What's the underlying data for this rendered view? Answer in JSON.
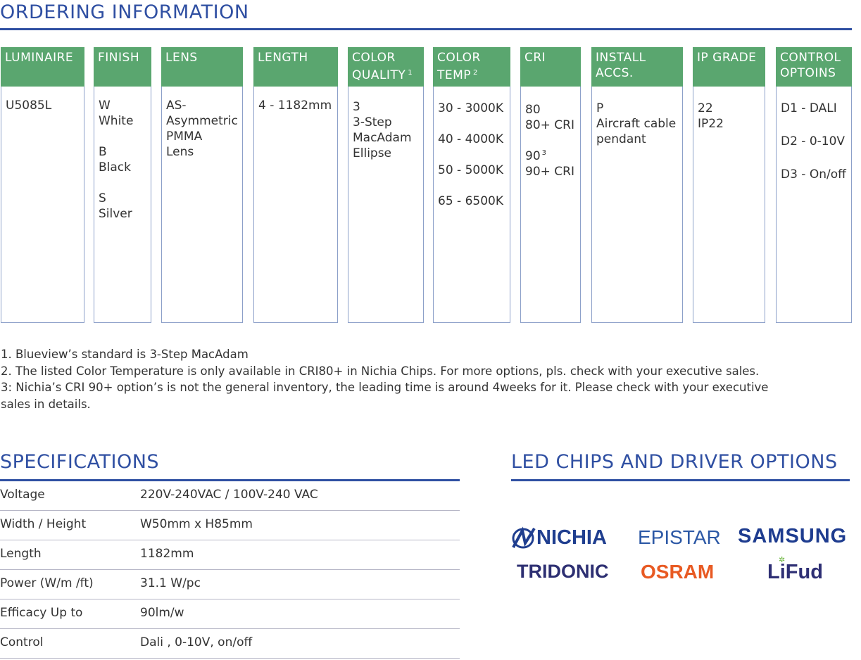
{
  "ordering": {
    "title": "ORDERING INFORMATION",
    "columns": [
      {
        "h1": "LUMINAIRE",
        "h2": "",
        "sup": "",
        "entries": [
          [
            "U5085L"
          ]
        ]
      },
      {
        "h1": "FINISH",
        "h2": "",
        "sup": "",
        "entries": [
          [
            "W",
            "White"
          ],
          [
            "B",
            "Black"
          ],
          [
            "S",
            "Silver"
          ]
        ]
      },
      {
        "h1": "LENS",
        "h2": "",
        "sup": "",
        "entries": [
          [
            "AS-",
            "Asymmetric",
            "PMMA",
            "Lens"
          ]
        ]
      },
      {
        "h1": "LENGTH",
        "h2": "",
        "sup": "",
        "entries": [
          [
            "4 - 1182mm"
          ]
        ]
      },
      {
        "h1": "COLOR",
        "h2": "QUALITY",
        "sup": "1",
        "entries": [
          [
            "3",
            "3-Step",
            "MacAdam",
            "Ellipse"
          ]
        ]
      },
      {
        "h1": "COLOR",
        "h2": "TEMP",
        "sup": "2",
        "entries": [
          [
            "30 - 3000K"
          ],
          [
            "40 - 4000K"
          ],
          [
            "50 - 5000K"
          ],
          [
            "65 - 6500K"
          ]
        ]
      },
      {
        "h1": "CRI",
        "h2": "",
        "sup": "",
        "entries": [
          [
            "80",
            "80+ CRI"
          ],
          [
            "90",
            "90+ CRI"
          ]
        ],
        "entry_sup": [
          "",
          "3"
        ]
      },
      {
        "h1": "INSTALL",
        "h2": "ACCS.",
        "sup": "",
        "entries": [
          [
            "P",
            "Aircraft cable",
            "pendant"
          ]
        ]
      },
      {
        "h1": "IP GRADE",
        "h2": "",
        "sup": "",
        "entries": [
          [
            "22",
            "IP22"
          ]
        ]
      },
      {
        "h1": "CONTROL",
        "h2": "OPTOINS",
        "sup": "",
        "entries": [
          [
            "D1 - DALI"
          ],
          [
            "D2 - 0-10V"
          ],
          [
            "D3 - On/off"
          ]
        ]
      }
    ]
  },
  "notes": {
    "n1": "1. Blueview’s standard  is 3-Step MacAdam",
    "n2": "2. The listed Color Temperature is only available in CRI80+ in Nichia Chips.  For more options, pls. check with your executive  sales.",
    "n3": "3: Nichia’s CRI 90+ option’s is not the general inventory, the leading time is around 4weeks for it. Please check with your executive sales in details."
  },
  "specs": {
    "title": "SPECIFICATIONS",
    "rows": [
      {
        "label": "Voltage",
        "value": "220V-240VAC / 100V-240 VAC"
      },
      {
        "label": "Width / Height",
        "value": "W50mm x H85mm"
      },
      {
        "label": "Length",
        "value": "1182mm"
      },
      {
        "label": "Power (W/m /ft)",
        "value": "31.1 W/pc"
      },
      {
        "label": "Efficacy Up to",
        "value": "90lm/w"
      },
      {
        "label": "Control",
        "value": "Dali , 0-10V, on/off"
      }
    ]
  },
  "chips": {
    "title": "LED CHIPS AND DRIVER OPTIONS",
    "brands": {
      "nichia": "NICHIA",
      "epistar": "EPISTAR",
      "samsung": "SAMSUNG",
      "tridonic": "TRIDONIC",
      "osram": "OSRAM",
      "lifud": "LiFud"
    },
    "colors": {
      "nichia": "#1f3e8f",
      "epistar": "#2c58a5",
      "samsung": "#1e3c8f",
      "tridonic": "#2d2f72",
      "osram": "#e85a23",
      "lifud": "#2e2f74"
    }
  }
}
